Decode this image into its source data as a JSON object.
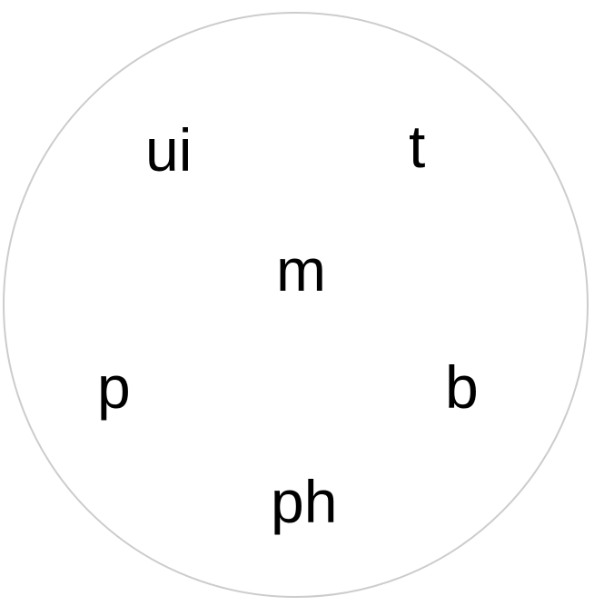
{
  "syllables": {
    "top_left": "ui",
    "top_right": "t",
    "center": "m",
    "middle_left": "p",
    "middle_right": "b",
    "bottom": "ph"
  },
  "colors": {
    "background": "#ffffff",
    "circle_border": "#cccccc",
    "text": "#000000"
  }
}
